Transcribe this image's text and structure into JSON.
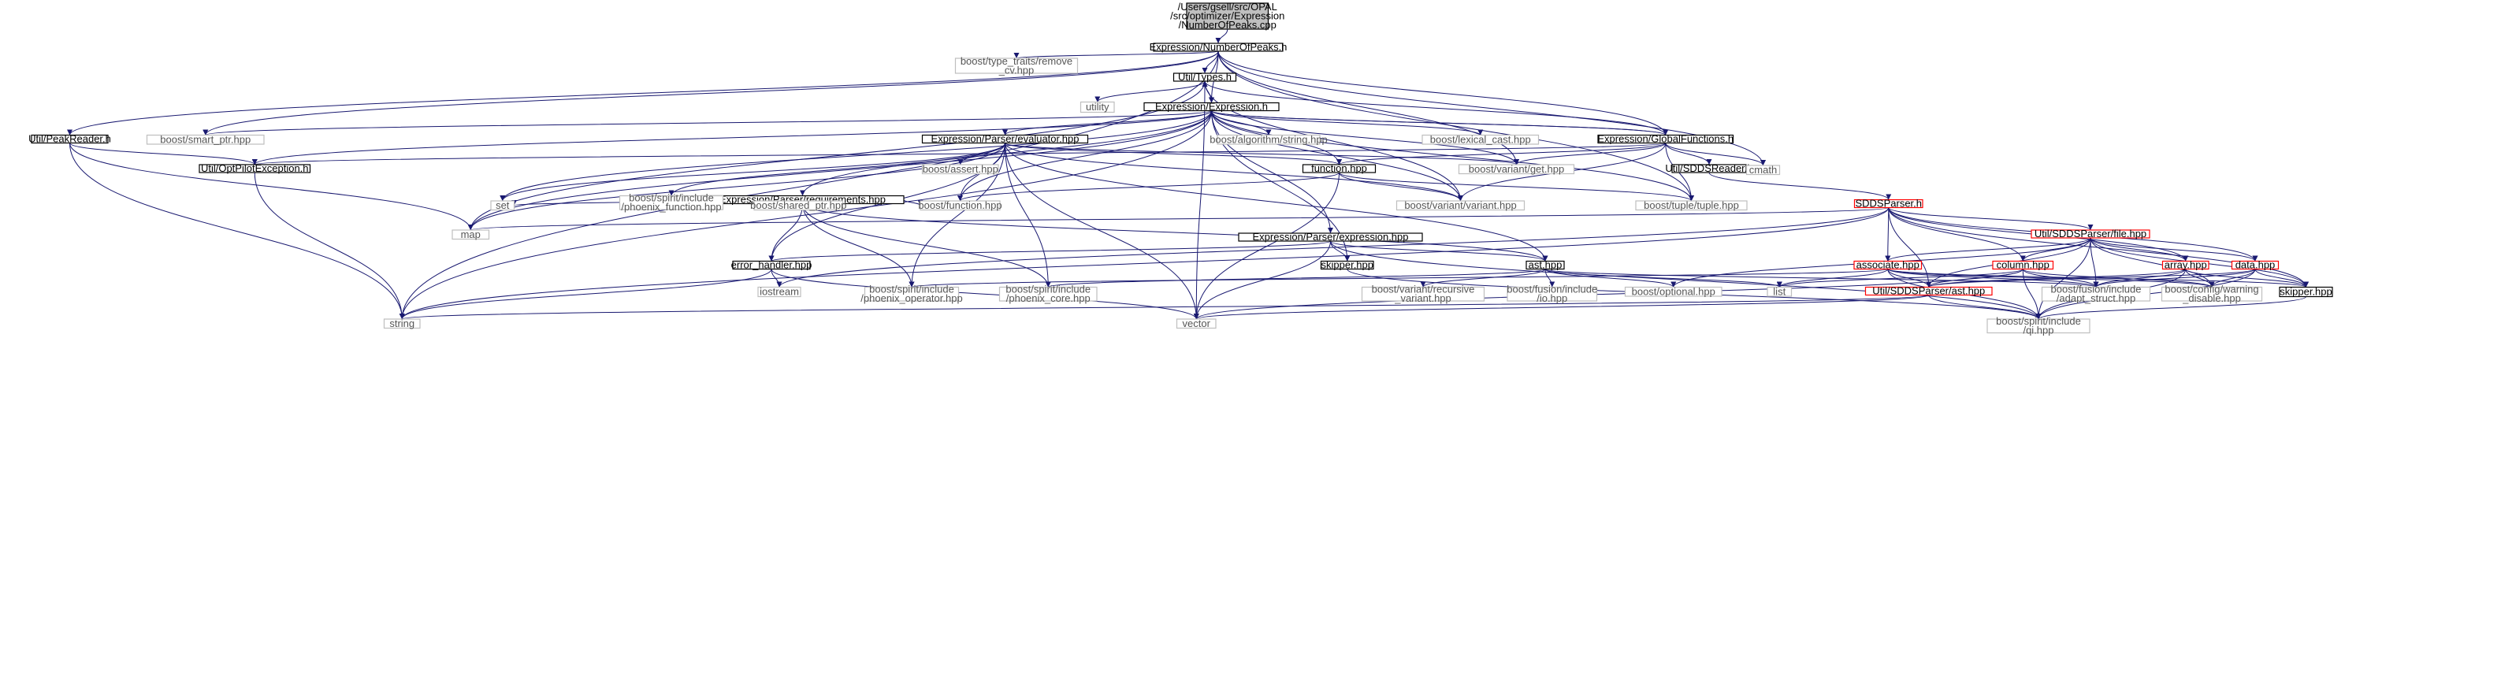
{
  "colors": {
    "edge": "#191970",
    "root_fill": "#bfbfbf",
    "border_black": "#000000",
    "border_red": "#ff0000",
    "border_grey": "#bfbfbf",
    "text": "#000000"
  },
  "nodes": [
    {
      "id": "root",
      "lines": [
        "/Users/gsell/src/OPAL",
        "/src/optimizer/Expression",
        "/NumberOfPeaks.cpp"
      ],
      "style": "root"
    },
    {
      "id": "nop",
      "lines": [
        "Expression/NumberOfPeaks.h"
      ],
      "style": "black"
    },
    {
      "id": "typetraits",
      "lines": [
        "boost/type_traits/remove",
        "_cv.hpp"
      ],
      "style": "grey"
    },
    {
      "id": "types",
      "lines": [
        "Util/Types.h"
      ],
      "style": "black"
    },
    {
      "id": "utility",
      "lines": [
        "utility"
      ],
      "style": "grey"
    },
    {
      "id": "expr",
      "lines": [
        "Expression/Expression.h"
      ],
      "style": "black"
    },
    {
      "id": "smartptr",
      "lines": [
        "boost/smart_ptr.hpp"
      ],
      "style": "grey"
    },
    {
      "id": "peakreader",
      "lines": [
        "Util/PeakReader.h"
      ],
      "style": "black"
    },
    {
      "id": "evaluator",
      "lines": [
        "Expression/Parser/evaluator.hpp"
      ],
      "style": "black"
    },
    {
      "id": "algostring",
      "lines": [
        "boost/algorithm/string.hpp"
      ],
      "style": "grey"
    },
    {
      "id": "lexcast",
      "lines": [
        "boost/lexical_cast.hpp"
      ],
      "style": "grey"
    },
    {
      "id": "globalfun",
      "lines": [
        "Expression/GlobalFunctions.h"
      ],
      "style": "black"
    },
    {
      "id": "optpilotex",
      "lines": [
        "Util/OptPilotException.h"
      ],
      "style": "black"
    },
    {
      "id": "assert",
      "lines": [
        "boost/assert.hpp"
      ],
      "style": "grey"
    },
    {
      "id": "function",
      "lines": [
        "function.hpp"
      ],
      "style": "black"
    },
    {
      "id": "variantget",
      "lines": [
        "boost/variant/get.hpp"
      ],
      "style": "grey"
    },
    {
      "id": "sddsreader",
      "lines": [
        "Util/SDDSReader.h"
      ],
      "style": "black"
    },
    {
      "id": "cmath",
      "lines": [
        "cmath"
      ],
      "style": "grey"
    },
    {
      "id": "requirements",
      "lines": [
        "Expression/Parser/requirements.hpp"
      ],
      "style": "black"
    },
    {
      "id": "set",
      "lines": [
        "set"
      ],
      "style": "grey"
    },
    {
      "id": "phoenixfn",
      "lines": [
        "boost/spirit/include",
        "/phoenix_function.hpp"
      ],
      "style": "grey"
    },
    {
      "id": "sharedptr",
      "lines": [
        "boost/shared_ptr.hpp"
      ],
      "style": "grey"
    },
    {
      "id": "boostfunction",
      "lines": [
        "boost/function.hpp"
      ],
      "style": "grey"
    },
    {
      "id": "variant",
      "lines": [
        "boost/variant/variant.hpp"
      ],
      "style": "grey"
    },
    {
      "id": "tuple",
      "lines": [
        "boost/tuple/tuple.hpp"
      ],
      "style": "grey"
    },
    {
      "id": "sddsparser",
      "lines": [
        "SDDSParser.h"
      ],
      "style": "red"
    },
    {
      "id": "map",
      "lines": [
        "map"
      ],
      "style": "grey"
    },
    {
      "id": "filehpp",
      "lines": [
        "Util/SDDSParser/file.hpp"
      ],
      "style": "red"
    },
    {
      "id": "exprhpp",
      "lines": [
        "Expression/Parser/expression.hpp"
      ],
      "style": "black"
    },
    {
      "id": "errorhandler",
      "lines": [
        "error_handler.hpp"
      ],
      "style": "black"
    },
    {
      "id": "skipperA",
      "lines": [
        "skipper.hpp"
      ],
      "style": "black"
    },
    {
      "id": "ast",
      "lines": [
        "ast.hpp"
      ],
      "style": "black"
    },
    {
      "id": "associate",
      "lines": [
        "associate.hpp"
      ],
      "style": "red"
    },
    {
      "id": "column",
      "lines": [
        "column.hpp"
      ],
      "style": "red"
    },
    {
      "id": "array",
      "lines": [
        "array.hpp"
      ],
      "style": "red"
    },
    {
      "id": "data",
      "lines": [
        "data.hpp"
      ],
      "style": "red"
    },
    {
      "id": "iostream",
      "lines": [
        "iostream"
      ],
      "style": "grey"
    },
    {
      "id": "phoenixop",
      "lines": [
        "boost/spirit/include",
        "/phoenix_operator.hpp"
      ],
      "style": "grey"
    },
    {
      "id": "phoenixcore",
      "lines": [
        "boost/spirit/include",
        "/phoenix_core.hpp"
      ],
      "style": "grey"
    },
    {
      "id": "recvariant",
      "lines": [
        "boost/variant/recursive",
        "_variant.hpp"
      ],
      "style": "grey"
    },
    {
      "id": "fusionio",
      "lines": [
        "boost/fusion/include",
        "/io.hpp"
      ],
      "style": "grey"
    },
    {
      "id": "optional",
      "lines": [
        "boost/optional.hpp"
      ],
      "style": "grey"
    },
    {
      "id": "list",
      "lines": [
        "list"
      ],
      "style": "grey"
    },
    {
      "id": "sddsast",
      "lines": [
        "Util/SDDSParser/ast.hpp"
      ],
      "style": "red"
    },
    {
      "id": "adaptstruct",
      "lines": [
        "boost/fusion/include",
        "/adapt_struct.hpp"
      ],
      "style": "grey"
    },
    {
      "id": "warning",
      "lines": [
        "boost/config/warning",
        "_disable.hpp"
      ],
      "style": "grey"
    },
    {
      "id": "skipperB",
      "lines": [
        "skipper.hpp"
      ],
      "style": "black"
    },
    {
      "id": "string",
      "lines": [
        "string"
      ],
      "style": "grey"
    },
    {
      "id": "vector",
      "lines": [
        "vector"
      ],
      "style": "grey"
    },
    {
      "id": "qi",
      "lines": [
        "boost/spirit/include",
        "/qi.hpp"
      ],
      "style": "grey"
    }
  ],
  "edges": [
    [
      "root",
      "nop"
    ],
    [
      "nop",
      "typetraits"
    ],
    [
      "nop",
      "types"
    ],
    [
      "nop",
      "smartptr"
    ],
    [
      "nop",
      "peakreader"
    ],
    [
      "nop",
      "string"
    ],
    [
      "nop",
      "expr"
    ],
    [
      "nop",
      "globalfun"
    ],
    [
      "nop",
      "cmath"
    ],
    [
      "nop",
      "tuple"
    ],
    [
      "nop",
      "variantget"
    ],
    [
      "types",
      "utility"
    ],
    [
      "types",
      "expr"
    ],
    [
      "types",
      "map"
    ],
    [
      "types",
      "vector"
    ],
    [
      "types",
      "variant"
    ],
    [
      "expr",
      "types"
    ],
    [
      "expr",
      "smartptr"
    ],
    [
      "expr",
      "optpilotex"
    ],
    [
      "expr",
      "evaluator"
    ],
    [
      "expr",
      "algostring"
    ],
    [
      "expr",
      "lexcast"
    ],
    [
      "expr",
      "globalfun"
    ],
    [
      "expr",
      "function"
    ],
    [
      "expr",
      "variantget"
    ],
    [
      "expr",
      "variant"
    ],
    [
      "expr",
      "requirements"
    ],
    [
      "expr",
      "exprhpp"
    ],
    [
      "expr",
      "skipperA"
    ],
    [
      "expr",
      "set"
    ],
    [
      "expr",
      "map"
    ],
    [
      "expr",
      "string"
    ],
    [
      "expr",
      "boostfunction"
    ],
    [
      "expr",
      "tuple"
    ],
    [
      "peakreader",
      "optpilotex"
    ],
    [
      "peakreader",
      "map"
    ],
    [
      "peakreader",
      "string"
    ],
    [
      "optpilotex",
      "string"
    ],
    [
      "evaluator",
      "assert"
    ],
    [
      "evaluator",
      "function"
    ],
    [
      "evaluator",
      "variant"
    ],
    [
      "evaluator",
      "boostfunction"
    ],
    [
      "evaluator",
      "variantget"
    ],
    [
      "evaluator",
      "phoenixfn"
    ],
    [
      "evaluator",
      "phoenixop"
    ],
    [
      "evaluator",
      "phoenixcore"
    ],
    [
      "evaluator",
      "vector"
    ],
    [
      "evaluator",
      "errorhandler"
    ],
    [
      "evaluator",
      "ast"
    ],
    [
      "evaluator",
      "map"
    ],
    [
      "evaluator",
      "set"
    ],
    [
      "globalfun",
      "expr"
    ],
    [
      "globalfun",
      "types"
    ],
    [
      "globalfun",
      "function"
    ],
    [
      "globalfun",
      "variantget"
    ],
    [
      "globalfun",
      "sddsreader"
    ],
    [
      "globalfun",
      "cmath"
    ],
    [
      "globalfun",
      "variant"
    ],
    [
      "globalfun",
      "tuple"
    ],
    [
      "globalfun",
      "optpilotex"
    ],
    [
      "function",
      "boostfunction"
    ],
    [
      "function",
      "variant"
    ],
    [
      "function",
      "vector"
    ],
    [
      "function",
      "tuple"
    ],
    [
      "sddsreader",
      "sddsparser"
    ],
    [
      "requirements",
      "set"
    ],
    [
      "requirements",
      "phoenixfn"
    ],
    [
      "requirements",
      "sharedptr"
    ],
    [
      "requirements",
      "boostfunction"
    ],
    [
      "requirements",
      "errorhandler"
    ],
    [
      "requirements",
      "phoenixop"
    ],
    [
      "requirements",
      "phoenixcore"
    ],
    [
      "requirements",
      "ast"
    ],
    [
      "sddsparser",
      "map"
    ],
    [
      "sddsparser",
      "filehpp"
    ],
    [
      "sddsparser",
      "associate"
    ],
    [
      "sddsparser",
      "column"
    ],
    [
      "sddsparser",
      "array"
    ],
    [
      "sddsparser",
      "data"
    ],
    [
      "sddsparser",
      "sddsast"
    ],
    [
      "sddsparser",
      "skipperB"
    ],
    [
      "sddsparser",
      "string"
    ],
    [
      "sddsparser",
      "iostream"
    ],
    [
      "filehpp",
      "associate"
    ],
    [
      "filehpp",
      "column"
    ],
    [
      "filehpp",
      "array"
    ],
    [
      "filehpp",
      "data"
    ],
    [
      "filehpp",
      "sddsast"
    ],
    [
      "filehpp",
      "optional"
    ],
    [
      "filehpp",
      "adaptstruct"
    ],
    [
      "filehpp",
      "warning"
    ],
    [
      "filehpp",
      "skipperB"
    ],
    [
      "filehpp",
      "qi"
    ],
    [
      "exprhpp",
      "errorhandler"
    ],
    [
      "exprhpp",
      "skipperA"
    ],
    [
      "exprhpp",
      "ast"
    ],
    [
      "exprhpp",
      "vector"
    ],
    [
      "exprhpp",
      "qi"
    ],
    [
      "errorhandler",
      "iostream"
    ],
    [
      "errorhandler",
      "string"
    ],
    [
      "errorhandler",
      "vector"
    ],
    [
      "skipperA",
      "qi"
    ],
    [
      "ast",
      "recvariant"
    ],
    [
      "ast",
      "fusionio"
    ],
    [
      "ast",
      "optional"
    ],
    [
      "ast",
      "list"
    ],
    [
      "ast",
      "adaptstruct"
    ],
    [
      "ast",
      "phoenixcore"
    ],
    [
      "associate",
      "sddsast"
    ],
    [
      "associate",
      "list"
    ],
    [
      "associate",
      "adaptstruct"
    ],
    [
      "associate",
      "warning"
    ],
    [
      "associate",
      "skipperB"
    ],
    [
      "associate",
      "phoenixop"
    ],
    [
      "associate",
      "qi"
    ],
    [
      "column",
      "sddsast"
    ],
    [
      "column",
      "list"
    ],
    [
      "column",
      "adaptstruct"
    ],
    [
      "column",
      "warning"
    ],
    [
      "column",
      "vector"
    ],
    [
      "column",
      "qi"
    ],
    [
      "array",
      "sddsast"
    ],
    [
      "array",
      "adaptstruct"
    ],
    [
      "array",
      "warning"
    ],
    [
      "array",
      "skipperB"
    ],
    [
      "array",
      "qi"
    ],
    [
      "data",
      "sddsast"
    ],
    [
      "data",
      "adaptstruct"
    ],
    [
      "data",
      "warning"
    ],
    [
      "data",
      "skipperB"
    ],
    [
      "data",
      "qi"
    ],
    [
      "sddsast",
      "string"
    ],
    [
      "sddsast",
      "vector"
    ],
    [
      "sddsast",
      "qi"
    ],
    [
      "skipperB",
      "qi"
    ]
  ]
}
